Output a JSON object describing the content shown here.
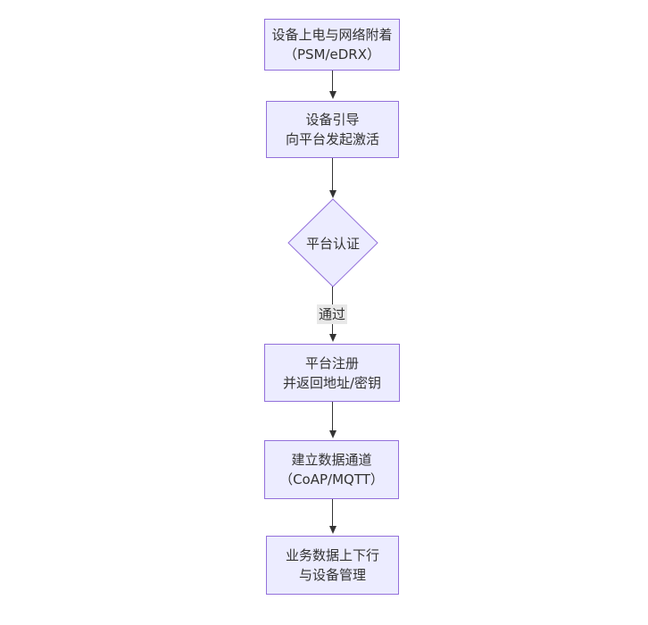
{
  "flowchart": {
    "background": "#ffffff",
    "node_fill": "#ECECFF",
    "node_border": "#9370DB",
    "edge_color": "#333333",
    "edge_label_bg": "#e8e8e8",
    "text_color": "#333333",
    "nodes": [
      {
        "shape": "rect",
        "lines": [
          "设备上电与网络附着",
          "（PSM/eDRX）"
        ]
      },
      {
        "shape": "rect",
        "lines": [
          "设备引导",
          "向平台发起激活"
        ]
      },
      {
        "shape": "diamond",
        "lines": [
          "平台认证"
        ]
      },
      {
        "shape": "rect",
        "lines": [
          "平台注册",
          "并返回地址/密钥"
        ]
      },
      {
        "shape": "rect",
        "lines": [
          "建立数据通道",
          "（CoAP/MQTT）"
        ]
      },
      {
        "shape": "rect",
        "lines": [
          "业务数据上下行",
          "与设备管理"
        ]
      }
    ],
    "edges": [
      {
        "from": 0,
        "to": 1,
        "label": ""
      },
      {
        "from": 1,
        "to": 2,
        "label": ""
      },
      {
        "from": 2,
        "to": 3,
        "label": "通过"
      },
      {
        "from": 3,
        "to": 4,
        "label": ""
      },
      {
        "from": 4,
        "to": 5,
        "label": ""
      }
    ]
  }
}
